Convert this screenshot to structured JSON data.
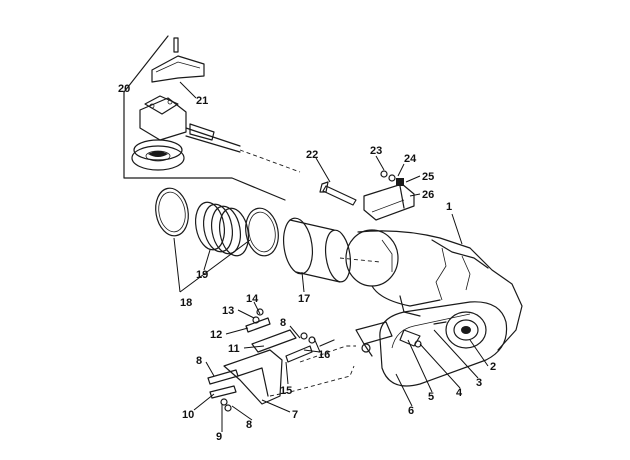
{
  "callouts": [
    "1",
    "2",
    "3",
    "4",
    "5",
    "6",
    "7",
    "8",
    "8",
    "8",
    "9",
    "10",
    "11",
    "12",
    "13",
    "14",
    "15",
    "16",
    "17",
    "18",
    "19",
    "20",
    "21",
    "22",
    "23",
    "24",
    "25",
    "26"
  ]
}
